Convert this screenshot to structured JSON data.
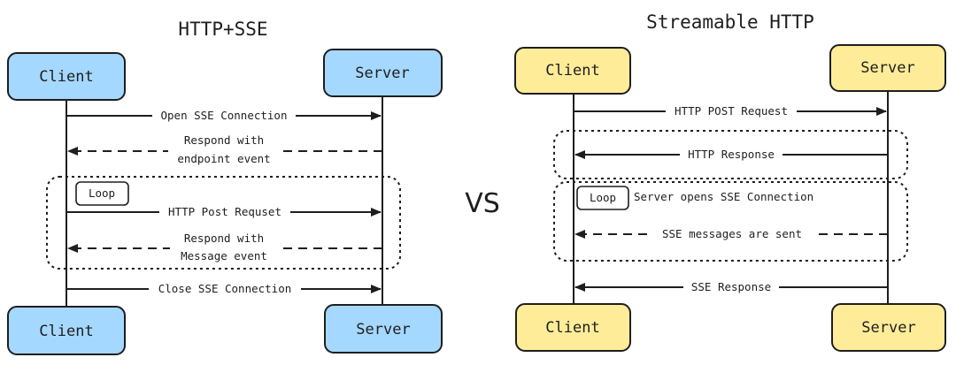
{
  "vs_label": "VS",
  "colors": {
    "sse_box_fill": "#a5d8ff",
    "streamable_box_fill": "#ffec99",
    "stroke": "#1e1e1e",
    "background": "#ffffff"
  },
  "left_diagram": {
    "title": "HTTP+SSE",
    "client_label": "Client",
    "server_label": "Server",
    "loop_label": "Loop",
    "messages": [
      {
        "text": "Open SSE Connection",
        "direction": "client-to-server",
        "style": "solid"
      },
      {
        "text": "Respond with",
        "text2": "endpoint event",
        "direction": "server-to-client",
        "style": "dashed"
      },
      {
        "text": "HTTP Post Requset",
        "direction": "client-to-server",
        "style": "solid"
      },
      {
        "text": "Respond with",
        "text2": "Message event",
        "direction": "server-to-client",
        "style": "dashed"
      },
      {
        "text": "Close SSE Connection",
        "direction": "client-to-server",
        "style": "solid"
      }
    ]
  },
  "right_diagram": {
    "title": "Streamable HTTP",
    "client_label": "Client",
    "server_label": "Server",
    "loop_label": "Loop",
    "loop_note": "Server opens SSE Connection",
    "messages": [
      {
        "text": "HTTP POST Request",
        "direction": "client-to-server",
        "style": "solid"
      },
      {
        "text": "HTTP Response",
        "direction": "server-to-client",
        "style": "solid"
      },
      {
        "text": "SSE messages are sent",
        "direction": "server-to-client",
        "style": "dashed"
      },
      {
        "text": "SSE Response",
        "direction": "server-to-client",
        "style": "solid"
      }
    ]
  }
}
